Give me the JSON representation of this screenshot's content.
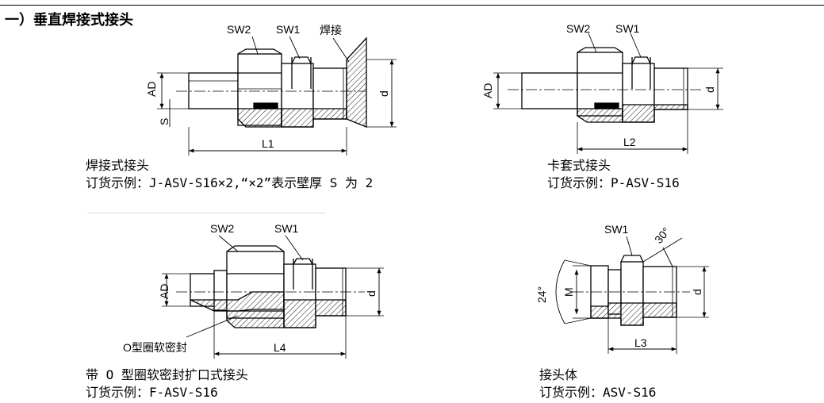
{
  "section_title": "一）垂直焊接式接头",
  "panels": [
    {
      "caption_title": "焊接式接头",
      "caption_order": "订货示例：J-ASV-S16×2,“×2”表示壁厚 S 为 2",
      "labels": {
        "sw2": "SW2",
        "sw1": "SW1",
        "weld": "焊接",
        "ad": "AD",
        "s": "S",
        "d": "d",
        "length": "L1"
      }
    },
    {
      "caption_title": "卡套式接头",
      "caption_order": "订货示例：P-ASV-S16",
      "labels": {
        "sw2": "SW2",
        "sw1": "SW1",
        "ad": "AD",
        "d": "d",
        "length": "L2"
      }
    },
    {
      "caption_title": "带 O 型圈软密封扩口式接头",
      "caption_order": "订货示例：F-ASV-S16",
      "labels": {
        "sw2": "SW2",
        "sw1": "SW1",
        "ad": "AD",
        "d": "d",
        "length": "L4",
        "seal": "O型圈软密封"
      }
    },
    {
      "caption_title": "接头体",
      "caption_order": "订货示例：ASV-S16",
      "labels": {
        "sw1": "SW1",
        "angle30": "30°",
        "angle24": "24°",
        "m": "M",
        "d": "d",
        "length": "L3"
      }
    }
  ]
}
